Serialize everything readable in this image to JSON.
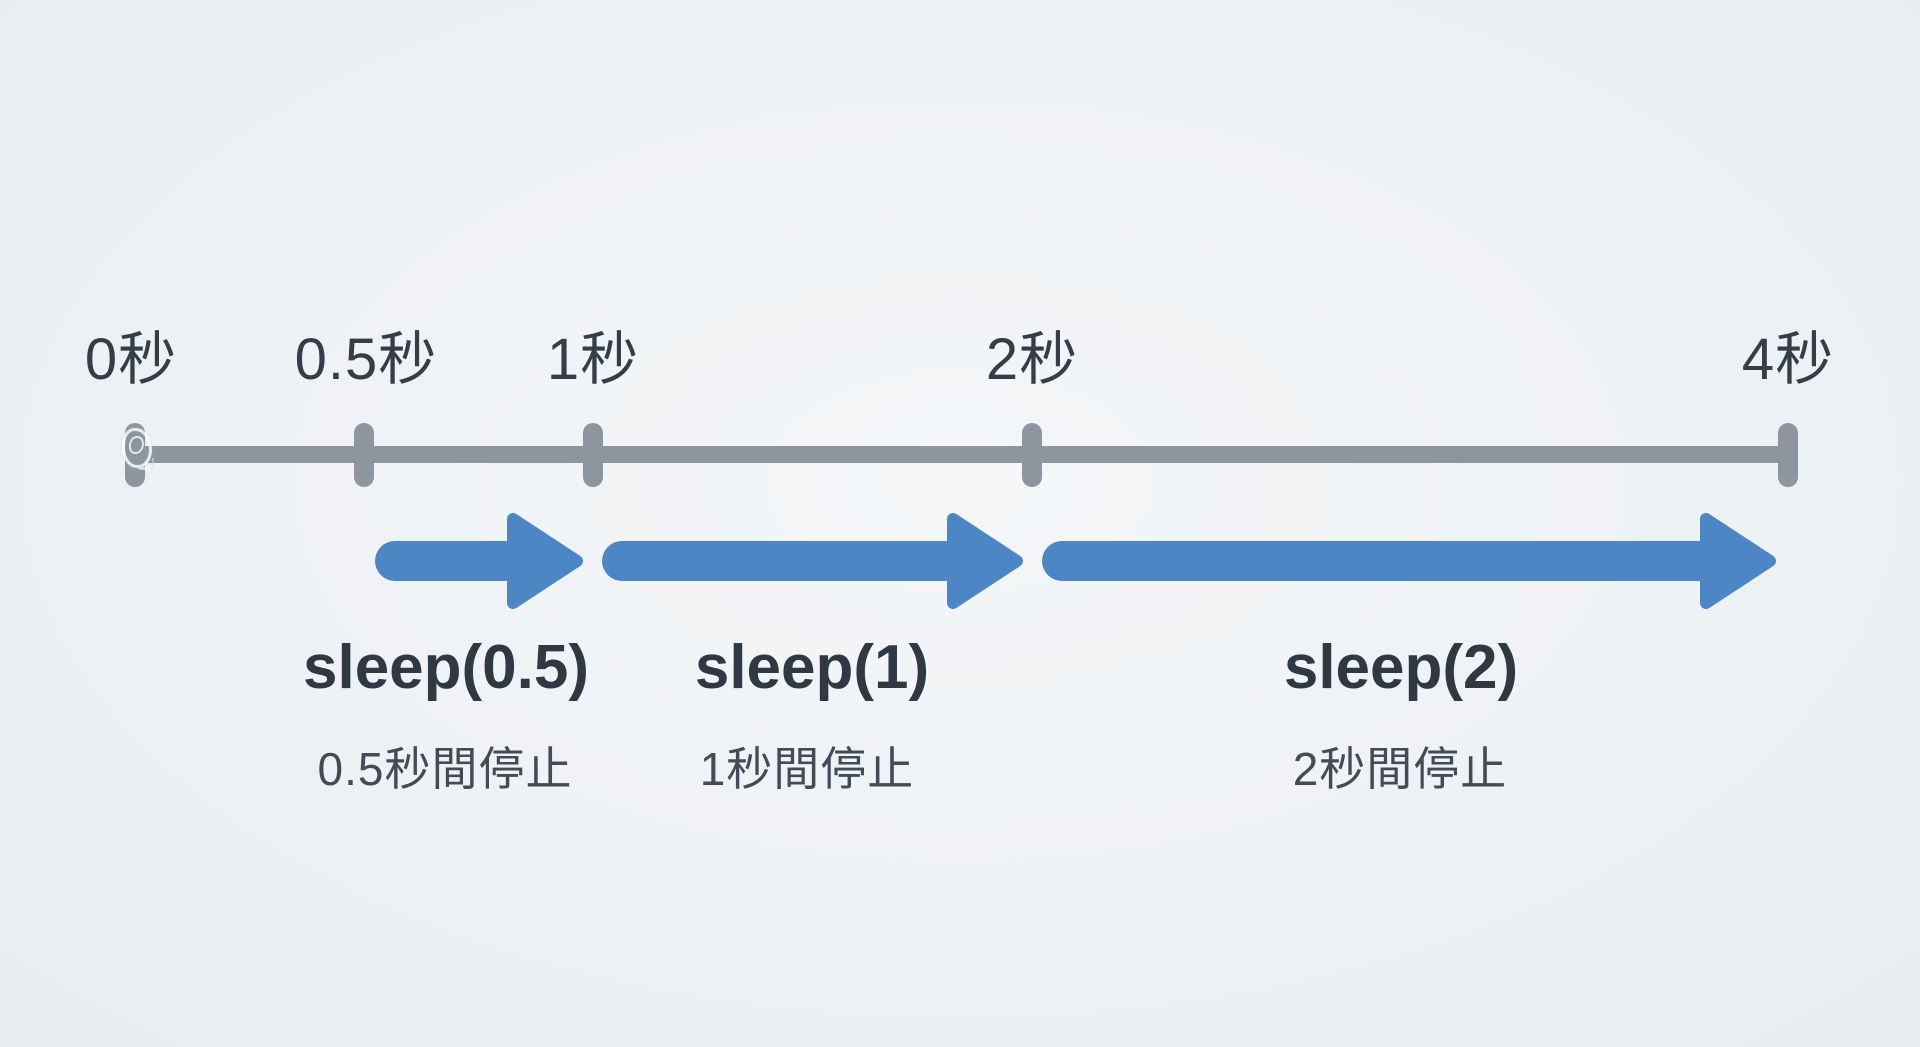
{
  "diagram_type": "timeline",
  "timeline": {
    "ticks": [
      {
        "label": "0秒"
      },
      {
        "label": "0.5秒"
      },
      {
        "label": "1秒"
      },
      {
        "label": "2秒"
      },
      {
        "label": "4秒"
      }
    ]
  },
  "segments": [
    {
      "code": "sleep(0.5)",
      "note": "0.5秒間停止"
    },
    {
      "code": "sleep(1)",
      "note": "1秒間停止"
    },
    {
      "code": "sleep(2)",
      "note": "2秒間停止"
    }
  ],
  "colors": {
    "background": "#eef1f4",
    "background_center": "#f4f6f8",
    "timeline": "#8d969e",
    "arrow": "#4c86c5",
    "tick_text": "#333e49",
    "code_text": "#2e3944",
    "note_text": "#414c56"
  }
}
